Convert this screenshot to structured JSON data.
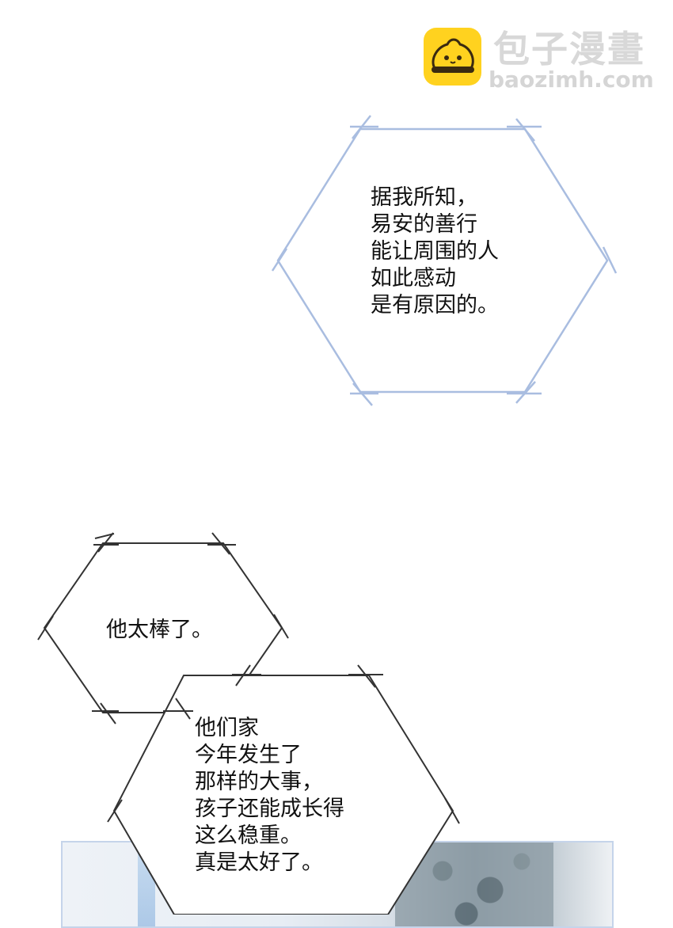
{
  "watermark": {
    "title": "包子漫畫",
    "url": "baozimh.com"
  },
  "bubbles": [
    {
      "lines": "据我所知，\n易安的善行\n能让周围的人\n如此感动\n是有原因的。",
      "border": "#a9bde0"
    },
    {
      "lines": "他太棒了。",
      "border": "#333333"
    },
    {
      "lines": "他们家\n今年发生了\n那样的大事，\n孩子还能成长得\n这么稳重。\n真是太好了。",
      "border": "#333333"
    }
  ],
  "colors": {
    "background": "#ffffff",
    "logo_yellow": "#ffd21f",
    "panel_border": "#c5d4ea"
  }
}
